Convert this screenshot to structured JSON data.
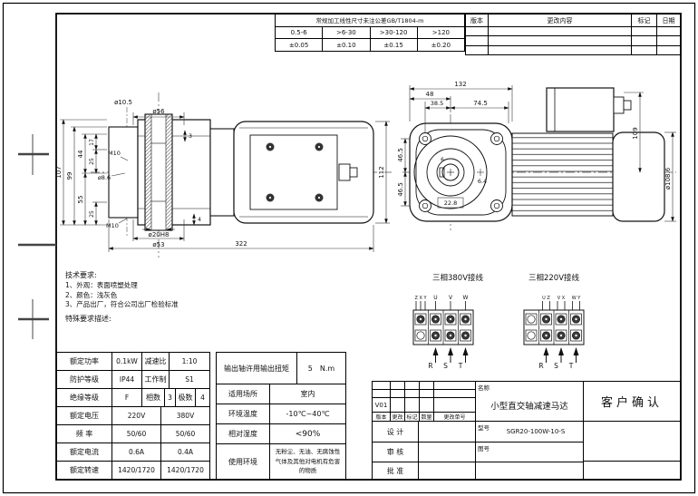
{
  "page": {
    "ink": "#1a1a1a",
    "paper": "#ffffff"
  },
  "tolerance_table": {
    "title": "常规加工线性尺寸未注公差GB/T1804-m",
    "ranges": [
      "0.5-6",
      ">6-30",
      ">30-120",
      ">120"
    ],
    "values": [
      "±0.05",
      "±0.10",
      "±0.15",
      "±0.20"
    ]
  },
  "revision_table": {
    "headers": [
      "版本",
      "更改内容",
      "标记",
      "日期"
    ]
  },
  "side_view": {
    "dims": {
      "d105": "ø10.5",
      "d56": "ø56",
      "t3": "3",
      "h107": "107",
      "h99": "99",
      "h44": "44",
      "h55": "55",
      "h17": "17",
      "h25a": "25",
      "h25b": "25",
      "m10a": "M10",
      "m10b": "M10",
      "d86": "ø8.6",
      "bore": "ø20H8",
      "d53": "ø53",
      "t4": "4",
      "len": "322",
      "h112": "112"
    }
  },
  "front_view": {
    "dims": {
      "w132": "132",
      "w48": "48",
      "w385": "38.5",
      "w745": "74.5",
      "h465a": "46.5",
      "h465b": "46.5",
      "key6": "6",
      "off64": "6.4",
      "w228": "22.8",
      "h109": "109",
      "dia": "ø108.6"
    }
  },
  "wiring": {
    "v380": {
      "title": "三相380V接线",
      "terminals": [
        "Z X Y",
        "U",
        "V",
        "W"
      ],
      "phases": [
        "R",
        "S",
        "T"
      ]
    },
    "v220": {
      "title": "三相220V接线",
      "terminals": [
        "U Z",
        "V X",
        "W Y"
      ],
      "phases": [
        "R",
        "S",
        "T"
      ]
    }
  },
  "tech_notes": {
    "title": "技术要求:",
    "items": [
      "1、外观：表面喷塑处理",
      "2、颜色：浅灰色",
      "3、产品出厂，符合公司出厂检验标准"
    ],
    "special": "特殊要求描述:"
  },
  "spec_table": {
    "rows": [
      {
        "l1": "额定功率",
        "v1": "0.1kW",
        "l2": "减速比",
        "v2": "1:10"
      },
      {
        "l1": "防护等级",
        "v1": "IP44",
        "l2": "工作制",
        "v2": "S1"
      },
      {
        "l1": "绝缘等级",
        "v1": "F",
        "l2": "相数",
        "v2": "3",
        "l3": "极数",
        "v3": "4"
      },
      {
        "l1": "额定电压",
        "v1": "220V",
        "v2": "380V"
      },
      {
        "l1": "频 率",
        "v1": "50/60",
        "v2": "50/60"
      },
      {
        "l1": "额定电流",
        "v1": "0.6A",
        "v2": "0.4A"
      },
      {
        "l1": "额定转速",
        "v1": "1420/1720",
        "v2": "1420/1720"
      }
    ]
  },
  "torque": {
    "label": "输出轴许用输出扭矩",
    "value": "5",
    "unit": "N.m"
  },
  "env_table": {
    "rows": [
      {
        "label": "适用场所",
        "value": "室内"
      },
      {
        "label": "环境温度",
        "value": "-10℃~40℃"
      },
      {
        "label": "相对湿度",
        "value": "<90%"
      },
      {
        "label": "使用环境",
        "value": "无粉尘、无油、无腐蚀性气体及其他对电机有危害的物质"
      }
    ]
  },
  "title_block": {
    "version": "V01",
    "rev_headers": [
      "版本",
      "更改",
      "标记",
      "数量",
      "更改单号"
    ],
    "sign_labels": [
      "设 计",
      "审 核",
      "批 准"
    ],
    "name_label": "名称",
    "name": "小型直交轴减速马达",
    "model_label": "型号",
    "model": "SGR20-100W-10-S",
    "drawing_label": "图号",
    "customer": "客户确认"
  }
}
